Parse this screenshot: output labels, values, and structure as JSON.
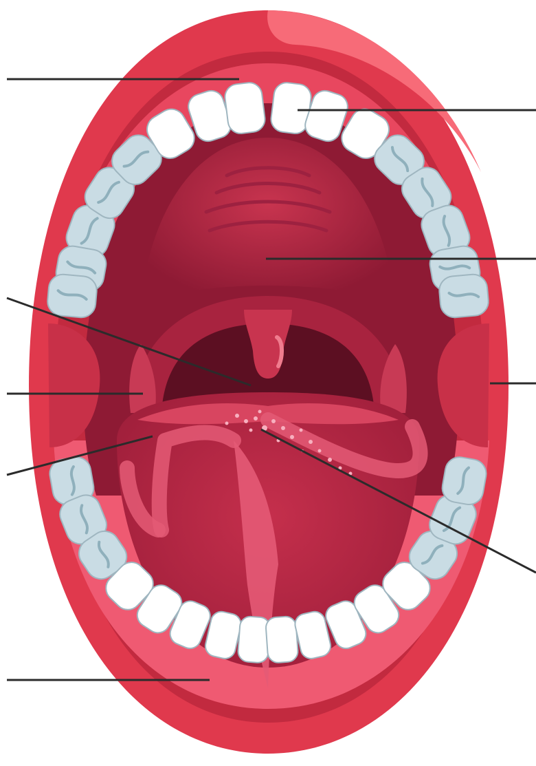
{
  "diagram": {
    "subject": "open mouth",
    "labels": [
      {
        "id": "upper-gum",
        "text": ""
      },
      {
        "id": "upper-incisor",
        "text": ""
      },
      {
        "id": "hard-palate",
        "text": ""
      },
      {
        "id": "uvula",
        "text": ""
      },
      {
        "id": "palatine-tonsil",
        "text": ""
      },
      {
        "id": "cheek",
        "text": ""
      },
      {
        "id": "tongue",
        "text": ""
      },
      {
        "id": "taste-buds",
        "text": ""
      },
      {
        "id": "lower-gum",
        "text": ""
      }
    ]
  },
  "colors": {
    "background": "#ffffff",
    "lip": "#e0394d",
    "lip_highlight": "#f5606e",
    "lip_shadow": "#c22a3f",
    "gum": "#f0506a",
    "inner_mouth": "#8e1a34",
    "palate": "#b82a48",
    "throat": "#5c0f22",
    "tongue": "#b82845",
    "tongue_highlight": "#e45a76",
    "tooth": "#ffffff",
    "tooth_shade": "#c9dce4",
    "leader_line": "#2b2b2b"
  }
}
